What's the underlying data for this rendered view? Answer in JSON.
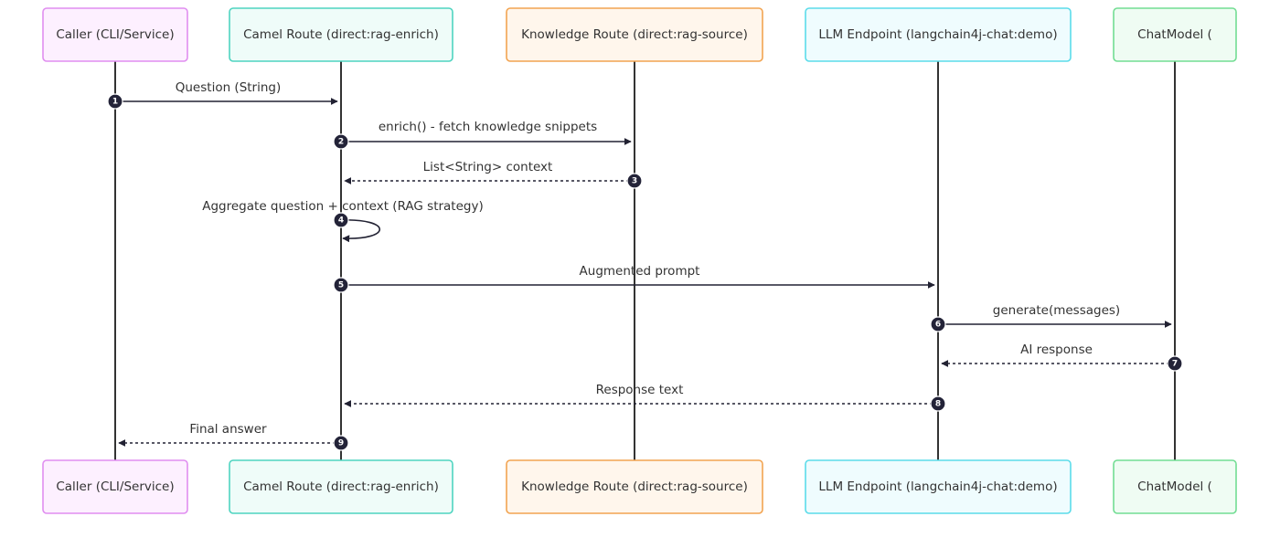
{
  "participants": [
    {
      "id": "caller",
      "label": "Caller (CLI/Service)",
      "fill": "#fdf0ff",
      "stroke": "#e08ef0"
    },
    {
      "id": "camel",
      "label": "Camel Route (direct:rag-enrich)",
      "fill": "#effcf9",
      "stroke": "#4fd4c0"
    },
    {
      "id": "knowledge",
      "label": "Knowledge Route (direct:rag-source)",
      "fill": "#fff6ec",
      "stroke": "#f2a451"
    },
    {
      "id": "llm",
      "label": "LLM Endpoint (langchain4j-chat:demo)",
      "fill": "#effcfe",
      "stroke": "#5bdcea"
    },
    {
      "id": "chatmodel",
      "label": "ChatModel (",
      "fill": "#effcf3",
      "stroke": "#72dd93"
    }
  ],
  "messages": [
    {
      "num": "1",
      "from": "caller",
      "to": "camel",
      "label": "Question (String)",
      "style": "solid"
    },
    {
      "num": "2",
      "from": "camel",
      "to": "knowledge",
      "label": "enrich() - fetch knowledge snippets",
      "style": "solid"
    },
    {
      "num": "3",
      "from": "knowledge",
      "to": "camel",
      "label": "List<String> context",
      "style": "dashed"
    },
    {
      "num": "4",
      "from": "camel",
      "to": "camel",
      "label": "Aggregate question + context (RAG strategy)",
      "style": "self"
    },
    {
      "num": "5",
      "from": "camel",
      "to": "llm",
      "label": "Augmented prompt",
      "style": "solid"
    },
    {
      "num": "6",
      "from": "llm",
      "to": "chatmodel",
      "label": "generate(messages)",
      "style": "solid"
    },
    {
      "num": "7",
      "from": "chatmodel",
      "to": "llm",
      "label": "AI response",
      "style": "dashed"
    },
    {
      "num": "8",
      "from": "llm",
      "to": "camel",
      "label": "Response text",
      "style": "dashed"
    },
    {
      "num": "9",
      "from": "camel",
      "to": "caller",
      "label": "Final answer",
      "style": "dashed"
    }
  ]
}
